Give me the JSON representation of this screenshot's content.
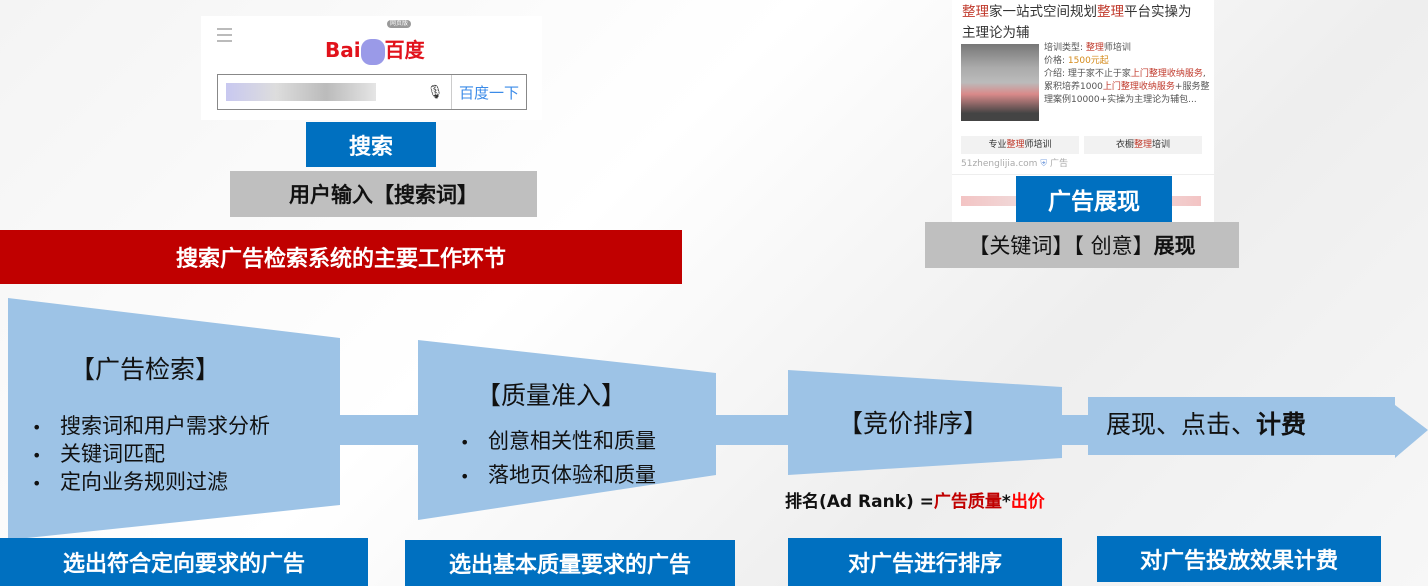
{
  "baidu": {
    "logo_text": "Bai百度",
    "badge": "网页版",
    "search_button": "百度一下",
    "icons": [
      "menu-icon",
      "microphone-icon"
    ]
  },
  "search_step": {
    "label": "搜索",
    "sub": "用户输入【搜索词】"
  },
  "banner": "搜索广告检索系统的主要工作环节",
  "ad_result": {
    "title_hl1": "整理",
    "title_mid": "家一站式空间规划",
    "title_hl2": "整理",
    "title_end": "平台实操为主理论为辅",
    "type_label": "培训类型: ",
    "type_hl": "整理",
    "type_end": "师培训",
    "price_label": "价格: ",
    "price": "1500元起",
    "intro_label": "介绍: 理于家不止于家",
    "intro_hl1": "上门整理收纳服务",
    "intro_mid": ",累积培养1000",
    "intro_hl2": "上门整理收纳服务",
    "intro_end": "+服务整理案例10000+实操为主理论为辅包...",
    "btn1_a": "专业",
    "btn1_hl": "整理",
    "btn1_b": "师培训",
    "btn2_a": "衣橱",
    "btn2_hl": "整理",
    "btn2_b": "培训",
    "domain": "51zhenglijia.com",
    "ad_tag": "广告"
  },
  "display_step": {
    "label": "广告展现",
    "sub_a": "【关键词】【 创意】",
    "sub_b": "展现"
  },
  "stages": [
    {
      "title": "【广告检索】",
      "bullets": [
        "搜索词和用户需求分析",
        "关键词匹配",
        "定向业务规则过滤"
      ],
      "result": "选出符合定向要求的广告"
    },
    {
      "title": "【质量准入】",
      "bullets": [
        "创意相关性和质量",
        "落地页体验和质量"
      ],
      "result": "选出基本质量要求的广告"
    },
    {
      "title": "【竞价排序】",
      "bullets": [],
      "result": "对广告进行排序"
    },
    {
      "title_a": "展现、点击、",
      "title_b": "计费",
      "result": "对广告投放效果计费"
    }
  ],
  "formula": {
    "prefix": "排名(Ad Rank) =",
    "quality": "广告质量",
    "op": "*",
    "bid": "出价"
  },
  "colors": {
    "light_blue": "#9dc3e6",
    "blue": "#0070c0",
    "red": "#c00000",
    "gray": "#bfbfbf"
  }
}
